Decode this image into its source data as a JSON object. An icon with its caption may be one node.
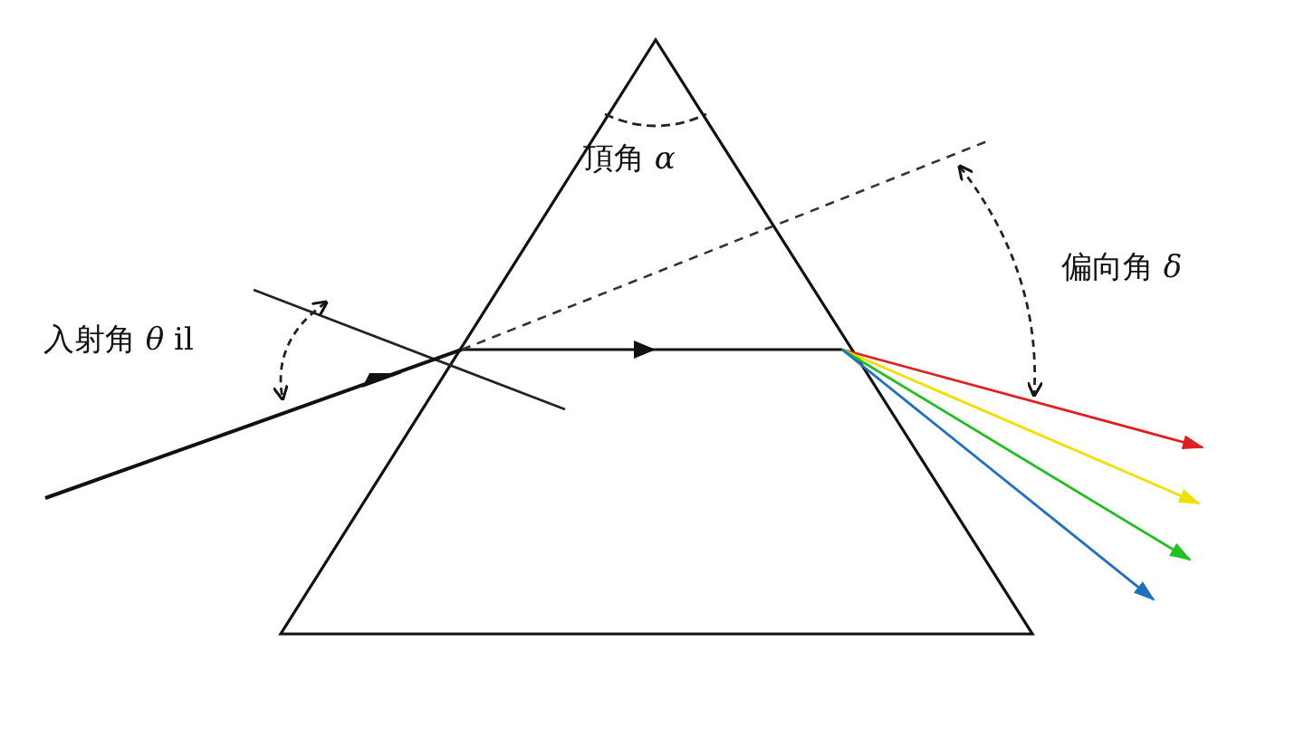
{
  "diagram": {
    "labels": [
      "頂角 *α*",
      "入射角 *θ* il",
      "偏向角 *δ*"
    ]
  }
}
